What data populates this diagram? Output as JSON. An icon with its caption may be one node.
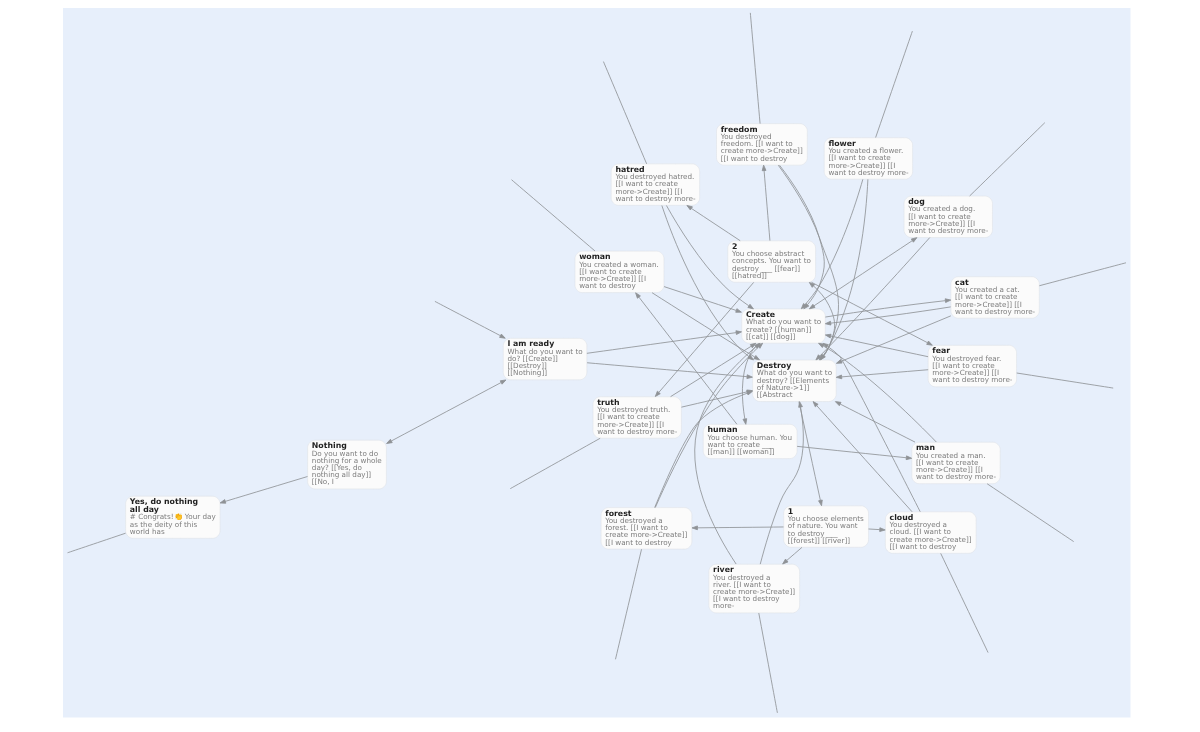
{
  "diagram": {
    "nodes": [
      {
        "text": [
          "I am ready",
          "What do you want to do? [[Create]] [[Destroy]] [[Nothing]]"
        ]
      },
      {
        "text": [
          "Nothing",
          "Do you want to do nothing for a whole day? [[Yes, do nothing all day]] [[No, I"
        ]
      },
      {
        "text": [
          "Destroy",
          "What do you want to destroy? [[Elements of Nature->1]] [[Abstract"
        ]
      },
      {
        "text": [
          "Create",
          "What do you want to create? [[human]] [[cat]] [[dog]]"
        ]
      },
      {
        "text": [
          "2",
          "You choose abstract concepts. You want to destroy ___ [[fear]] [[hatred]]"
        ]
      },
      {
        "text": [
          "Yes, do nothing all day",
          "# Congrats!👏 Your day as the deity of this world has"
        ]
      },
      {
        "text": [
          "1",
          "You choose elements of nature. You want to destroy ___ [[forest]] [[river]]"
        ]
      },
      {
        "text": [
          "fear",
          "You destroyed fear. [[I want to create more->Create]] [[I want to destroy more-"
        ]
      },
      {
        "text": [
          "dog",
          "You created a dog. [[I want to create more->Create]] [[I want to destroy more-"
        ]
      },
      {
        "text": [
          "human",
          "You choose human. You want to create ___ [[man]] [[woman]]"
        ]
      },
      {
        "text": [
          "hatred",
          "You destroyed hatred. [[I want to create more->Create]] [[I want to destroy more-"
        ]
      },
      {
        "text": [
          "river",
          "You destroyed a river. [[I want to create more->Create]] [[I want to destroy more-"
        ]
      },
      {
        "text": [
          "cat",
          "You created a cat. [[I want to create more->Create]] [[I want to destroy more-"
        ]
      },
      {
        "text": [
          "flower",
          "You created a flower. [[I want to create more->Create]] [[I want to destroy more-"
        ]
      },
      {
        "text": [
          "forest",
          "You destroyed a forest. [[I want to create more->Create]] [[I want to destroy"
        ]
      },
      {
        "text": [
          "cloud",
          "You destroyed a cloud. [[I want to create more->Create]] [[I want to destroy"
        ]
      },
      {
        "text": [
          "man",
          "You created a man. [[I want to create more->Create]] [[I want to destroy more-"
        ]
      },
      {
        "text": [
          "freedom",
          "You destroyed freedom. [[I want to create more->Create]] [[I want to destroy"
        ]
      },
      {
        "text": [
          "truth",
          "You destroyed truth. [[I want to create more->Create]] [[I want to destroy more-"
        ]
      },
      {
        "text": [
          "woman",
          "You created a woman. [[I want to create more->Create]] [[I want to destroy"
        ]
      }
    ],
    "edges": [
      {
        "from": null,
        "to": 0,
        "arrow": "to"
      },
      {
        "from": 0,
        "to": 3,
        "arrow": "to"
      },
      {
        "from": 0,
        "to": 2,
        "arrow": "to"
      },
      {
        "from": 0,
        "to": 1,
        "arrow": "both"
      },
      {
        "from": 1,
        "to": 5,
        "arrow": "to"
      },
      {
        "from": 5,
        "to": null,
        "arrow": "none"
      },
      {
        "from": 3,
        "to": 8,
        "arrow": "both"
      },
      {
        "from": 3,
        "to": 9,
        "arrow": "to"
      },
      {
        "from": 3,
        "to": 12,
        "arrow": "to"
      },
      {
        "from": 2,
        "to": 6,
        "arrow": "to"
      },
      {
        "from": 2,
        "to": 4,
        "arrow": "to"
      },
      {
        "from": 6,
        "to": 14,
        "arrow": "to"
      },
      {
        "from": 6,
        "to": 11,
        "arrow": "to"
      },
      {
        "from": 6,
        "to": 15,
        "arrow": "to"
      },
      {
        "from": 4,
        "to": 7,
        "arrow": "to"
      },
      {
        "from": 4,
        "to": 10,
        "arrow": "to"
      },
      {
        "from": 4,
        "to": 17,
        "arrow": "to"
      },
      {
        "from": 4,
        "to": 18,
        "arrow": "to"
      },
      {
        "from": 9,
        "to": 16,
        "arrow": "to"
      },
      {
        "from": 9,
        "to": 19,
        "arrow": "to"
      },
      {
        "from": 8,
        "to": 2,
        "arrow": "to"
      },
      {
        "from": 8,
        "to": null,
        "arrow": "none"
      },
      {
        "from": 7,
        "to": 3,
        "arrow": "to"
      },
      {
        "from": 7,
        "to": 2,
        "arrow": "to"
      },
      {
        "from": 7,
        "to": null,
        "arrow": "none"
      },
      {
        "from": 10,
        "to": 3,
        "arrow": "to"
      },
      {
        "from": 10,
        "to": 2,
        "arrow": "to"
      },
      {
        "from": 10,
        "to": null,
        "arrow": "none"
      },
      {
        "from": 11,
        "to": 3,
        "arrow": "to"
      },
      {
        "from": 11,
        "to": 2,
        "arrow": "to"
      },
      {
        "from": 11,
        "to": null,
        "arrow": "none"
      },
      {
        "from": 12,
        "to": 3,
        "arrow": "to"
      },
      {
        "from": 12,
        "to": 2,
        "arrow": "to"
      },
      {
        "from": 12,
        "to": null,
        "arrow": "none"
      },
      {
        "from": 13,
        "to": 3,
        "arrow": "to"
      },
      {
        "from": 13,
        "to": 2,
        "arrow": "to"
      },
      {
        "from": 13,
        "to": null,
        "arrow": "none"
      },
      {
        "from": 14,
        "to": 3,
        "arrow": "to"
      },
      {
        "from": 14,
        "to": 2,
        "arrow": "to"
      },
      {
        "from": 14,
        "to": null,
        "arrow": "none"
      },
      {
        "from": 15,
        "to": 3,
        "arrow": "to"
      },
      {
        "from": 15,
        "to": 2,
        "arrow": "to"
      },
      {
        "from": 15,
        "to": null,
        "arrow": "none"
      },
      {
        "from": 16,
        "to": 3,
        "arrow": "to"
      },
      {
        "from": 16,
        "to": 2,
        "arrow": "to"
      },
      {
        "from": 16,
        "to": null,
        "arrow": "none"
      },
      {
        "from": 17,
        "to": 3,
        "arrow": "to"
      },
      {
        "from": 17,
        "to": 2,
        "arrow": "to"
      },
      {
        "from": 17,
        "to": null,
        "arrow": "none"
      },
      {
        "from": 18,
        "to": 3,
        "arrow": "to"
      },
      {
        "from": 18,
        "to": 2,
        "arrow": "to"
      },
      {
        "from": 18,
        "to": null,
        "arrow": "none"
      },
      {
        "from": 19,
        "to": 3,
        "arrow": "to"
      },
      {
        "from": 19,
        "to": 2,
        "arrow": "to"
      },
      {
        "from": 19,
        "to": null,
        "arrow": "none"
      }
    ]
  }
}
